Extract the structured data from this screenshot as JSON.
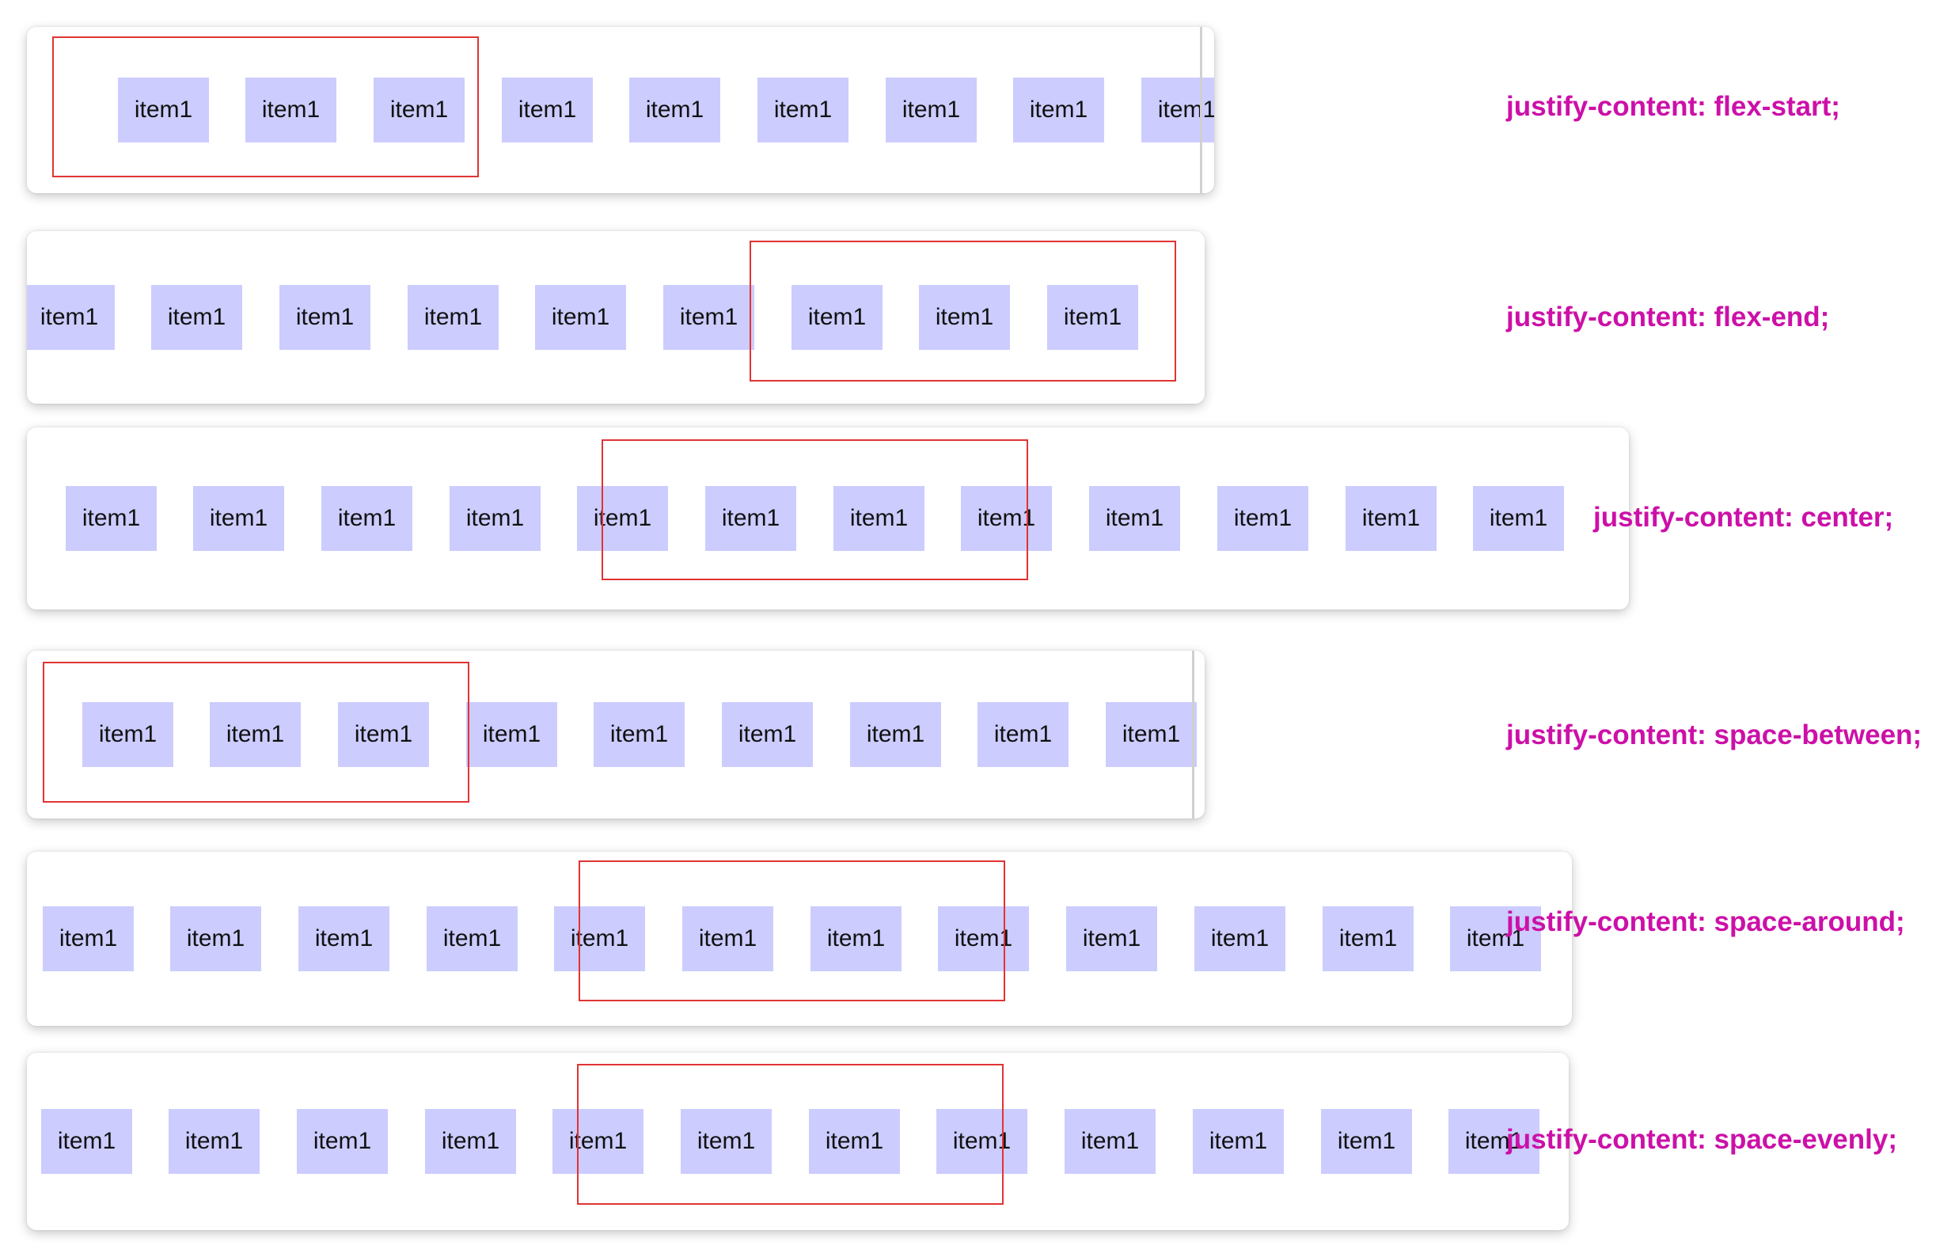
{
  "rows": [
    {
      "label": "justify-content: flex-start;",
      "items": [
        "item1",
        "item1",
        "item1",
        "item1",
        "item1",
        "item1",
        "item1",
        "item1",
        "item1"
      ]
    },
    {
      "label": "justify-content: flex-end;",
      "items": [
        "item1",
        "item1",
        "item1",
        "item1",
        "item1",
        "item1",
        "item1",
        "item1",
        "item1"
      ]
    },
    {
      "label": "justify-content: center;",
      "items": [
        "item1",
        "item1",
        "item1",
        "item1",
        "item1",
        "item1",
        "item1",
        "item1",
        "item1",
        "item1",
        "item1",
        "item1"
      ]
    },
    {
      "label": "justify-content: space-between;",
      "items": [
        "item1",
        "item1",
        "item1",
        "item1",
        "item1",
        "item1",
        "item1",
        "item1",
        "item1"
      ]
    },
    {
      "label": "justify-content: space-around;",
      "items": [
        "item1",
        "item1",
        "item1",
        "item1",
        "item1",
        "item1",
        "item1",
        "item1",
        "item1",
        "item1",
        "item1",
        "item1"
      ]
    },
    {
      "label": "justify-content: space-evenly;",
      "items": [
        "item1",
        "item1",
        "item1",
        "item1",
        "item1",
        "item1",
        "item1",
        "item1",
        "item1",
        "item1",
        "item1",
        "item1"
      ]
    }
  ],
  "colors": {
    "item_background": "#ccccff",
    "label_text": "#cc10a8",
    "highlight_frame": "#e03434"
  }
}
